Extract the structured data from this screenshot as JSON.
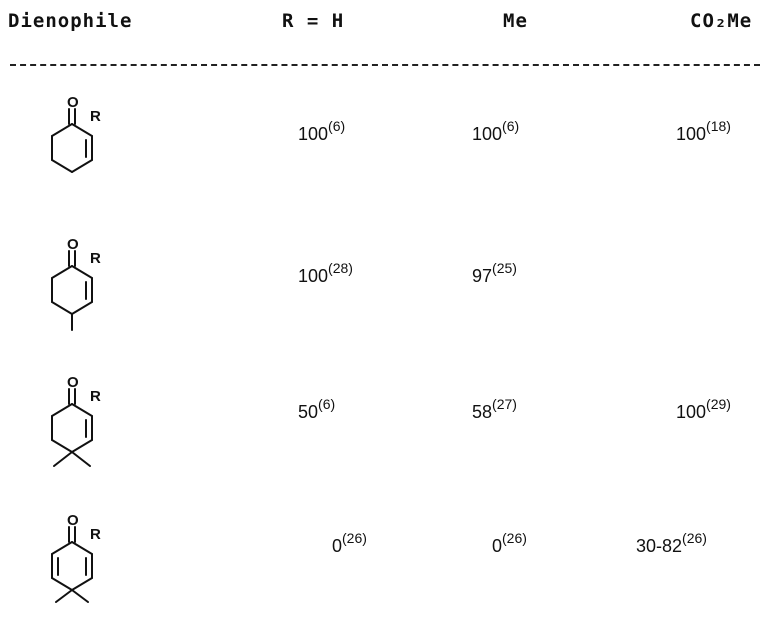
{
  "header": {
    "dienophile": "Dienophile",
    "r_eq_h": "R =  H",
    "me": "Me",
    "co2me": "CO₂Me"
  },
  "atom_labels": {
    "oxygen": "O",
    "substituent": "R"
  },
  "rows": [
    {
      "h": "100",
      "h_ref": "(6)",
      "me": "100",
      "me_ref": "(6)",
      "co2me": "100",
      "co2me_ref": "(18)"
    },
    {
      "h": "100",
      "h_ref": "(28)",
      "me": "97",
      "me_ref": "(25)",
      "co2me": "",
      "co2me_ref": ""
    },
    {
      "h": "50",
      "h_ref": "(6)",
      "me": "58",
      "me_ref": "(27)",
      "co2me": "100",
      "co2me_ref": "(29)"
    },
    {
      "h": "0",
      "h_ref": "(26)",
      "me": "0",
      "me_ref": "(26)",
      "co2me": "30-82",
      "co2me_ref": "(26)"
    }
  ]
}
